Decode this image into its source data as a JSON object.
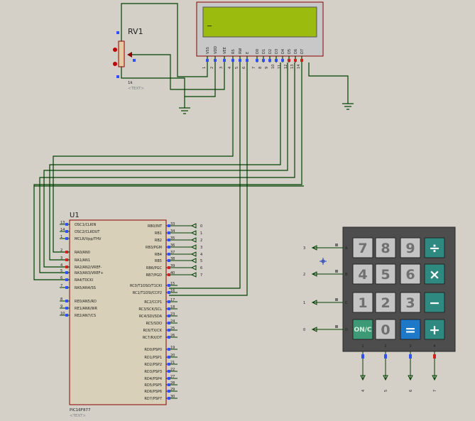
{
  "pot": {
    "ref": "RV1",
    "value": "1k",
    "text_placeholder": "<TEXT>"
  },
  "lcd": {
    "display_text": "_",
    "pins": [
      {
        "num": "1",
        "name": "VSS"
      },
      {
        "num": "2",
        "name": "VDD"
      },
      {
        "num": "3",
        "name": "VEE"
      },
      {
        "num": "4",
        "name": "RS"
      },
      {
        "num": "5",
        "name": "RW"
      },
      {
        "num": "6",
        "name": "E"
      },
      {
        "num": "7",
        "name": "D0"
      },
      {
        "num": "8",
        "name": "D1"
      },
      {
        "num": "9",
        "name": "D2"
      },
      {
        "num": "10",
        "name": "D3"
      },
      {
        "num": "11",
        "name": "D4"
      },
      {
        "num": "12",
        "name": "D5"
      },
      {
        "num": "13",
        "name": "D6"
      },
      {
        "num": "14",
        "name": "D7"
      }
    ]
  },
  "mcu": {
    "ref": "U1",
    "part": "PIC16F877",
    "text_placeholder": "<TEXT>",
    "left_pins": [
      {
        "num": "13",
        "name": "OSC1/CLKIN"
      },
      {
        "num": "14",
        "name": "OSC2/CLKOUT"
      },
      {
        "num": "1",
        "name": "MCLR/Vpp/THV"
      },
      {
        "num": "2",
        "name": "RA0/AN0"
      },
      {
        "num": "3",
        "name": "RA1/AN1"
      },
      {
        "num": "4",
        "name": "RA2/AN2/VREF-"
      },
      {
        "num": "5",
        "name": "RA3/AN3/VREF+"
      },
      {
        "num": "6",
        "name": "RA4/T0CKI"
      },
      {
        "num": "7",
        "name": "RA5/AN4/SS"
      },
      {
        "num": "8",
        "name": "RE0/AN5/RD"
      },
      {
        "num": "9",
        "name": "RE1/AN6/WR"
      },
      {
        "num": "10",
        "name": "RE2/AN7/CS"
      }
    ],
    "right_pins": [
      {
        "num": "33",
        "name": "RB0/INT"
      },
      {
        "num": "34",
        "name": "RB1"
      },
      {
        "num": "35",
        "name": "RB2"
      },
      {
        "num": "36",
        "name": "RB3/PGM"
      },
      {
        "num": "37",
        "name": "RB4"
      },
      {
        "num": "38",
        "name": "RB5"
      },
      {
        "num": "39",
        "name": "RB6/PGC"
      },
      {
        "num": "40",
        "name": "RB7/PGD"
      },
      {
        "num": "15",
        "name": "RC0/T1OSO/T1CKI"
      },
      {
        "num": "16",
        "name": "RC1/T1OSI/CCP2"
      },
      {
        "num": "17",
        "name": "RC2/CCP1"
      },
      {
        "num": "18",
        "name": "RC3/SCK/SCL"
      },
      {
        "num": "23",
        "name": "RC4/SDI/SDA"
      },
      {
        "num": "24",
        "name": "RC5/SDO"
      },
      {
        "num": "25",
        "name": "RC6/TX/CK"
      },
      {
        "num": "26",
        "name": "RC7/RX/DT"
      },
      {
        "num": "19",
        "name": "RD0/PSP0"
      },
      {
        "num": "20",
        "name": "RD1/PSP1"
      },
      {
        "num": "21",
        "name": "RD2/PSP2"
      },
      {
        "num": "22",
        "name": "RD3/PSP3"
      },
      {
        "num": "27",
        "name": "RD4/PSP4"
      },
      {
        "num": "28",
        "name": "RD5/PSP5"
      },
      {
        "num": "29",
        "name": "RD6/PSP6"
      },
      {
        "num": "30",
        "name": "RD7/PSP7"
      }
    ],
    "rb_terminals": [
      "0",
      "1",
      "2",
      "3",
      "4",
      "5",
      "6",
      "7"
    ]
  },
  "keypad": {
    "rows": [
      {
        "label": "A",
        "terminal": "3",
        "keys": [
          "7",
          "8",
          "9",
          "÷"
        ]
      },
      {
        "label": "B",
        "terminal": "2",
        "keys": [
          "4",
          "5",
          "6",
          "×"
        ]
      },
      {
        "label": "C",
        "terminal": "1",
        "keys": [
          "1",
          "2",
          "3",
          "−"
        ]
      },
      {
        "label": "D",
        "terminal": "0",
        "keys": [
          "ON/C",
          "0",
          "=",
          "+"
        ]
      }
    ],
    "cols": [
      {
        "label": "1",
        "terminal": "4"
      },
      {
        "label": "2",
        "terminal": "5"
      },
      {
        "label": "3",
        "terminal": "6"
      },
      {
        "label": "4",
        "terminal": "7"
      }
    ],
    "colors": {
      "digit_key": "#c4c4c4",
      "operator_key": "#2e8a80",
      "equals_key": "#1e78c8",
      "on_key": "#3d9a76",
      "body": "#4d4d4d",
      "wire": "#004000",
      "component_outline": "#8b0000",
      "lcd_screen": "#9bbc0f"
    }
  }
}
